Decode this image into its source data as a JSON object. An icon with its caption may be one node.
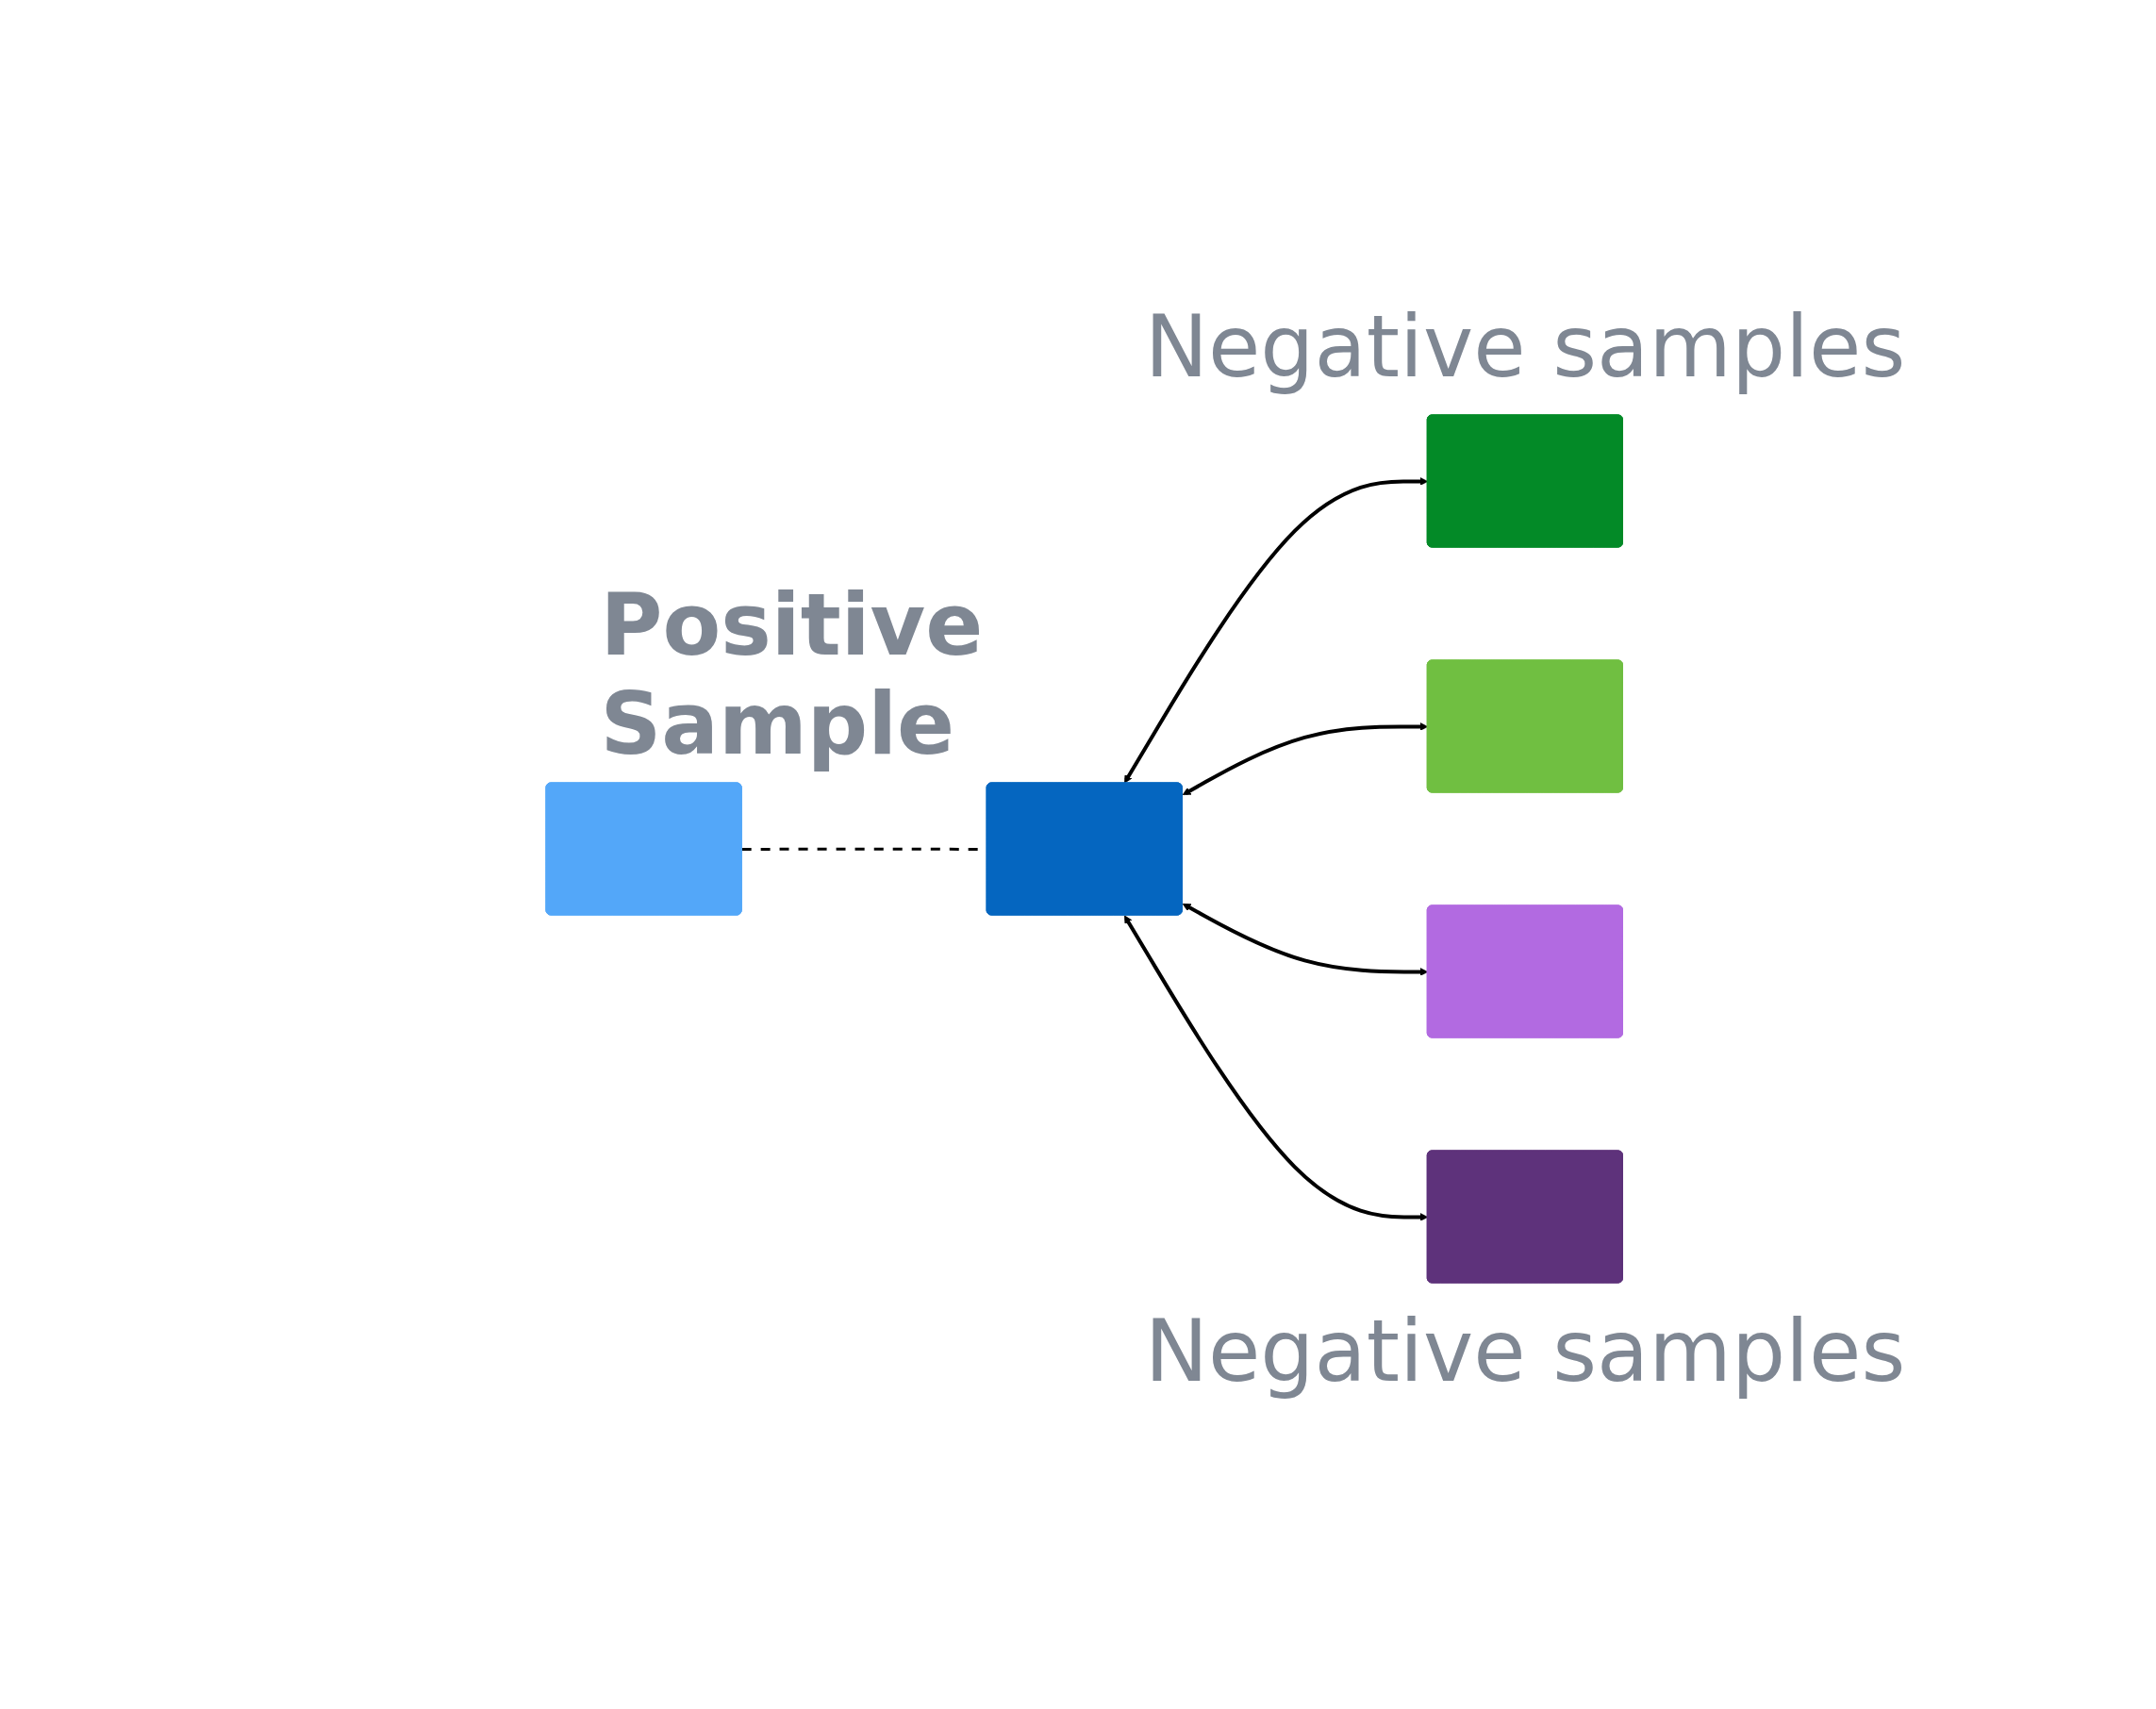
{
  "diagram": {
    "nodes": [
      {
        "text": [],
        "shape": "box"
      },
      {
        "text": [],
        "shape": "box"
      },
      {
        "text": [],
        "shape": "box"
      },
      {
        "text": [],
        "shape": "box",
        "beside": [
          "Positive Sample"
        ]
      },
      {
        "text": [],
        "shape": "box"
      },
      {
        "text": [],
        "shape": "box"
      }
    ],
    "edges": [
      {
        "from": 2,
        "to": 3,
        "arrow": "none",
        "style": "dashed"
      },
      {
        "from": 3,
        "to": 1,
        "arrow": "both"
      },
      {
        "from": 3,
        "to": 0,
        "arrow": "both"
      },
      {
        "from": 3,
        "to": 5,
        "arrow": "both"
      },
      {
        "from": 3,
        "to": 4,
        "arrow": "both"
      }
    ],
    "labels": [
      "Negative samples",
      "Negative samples"
    ]
  }
}
